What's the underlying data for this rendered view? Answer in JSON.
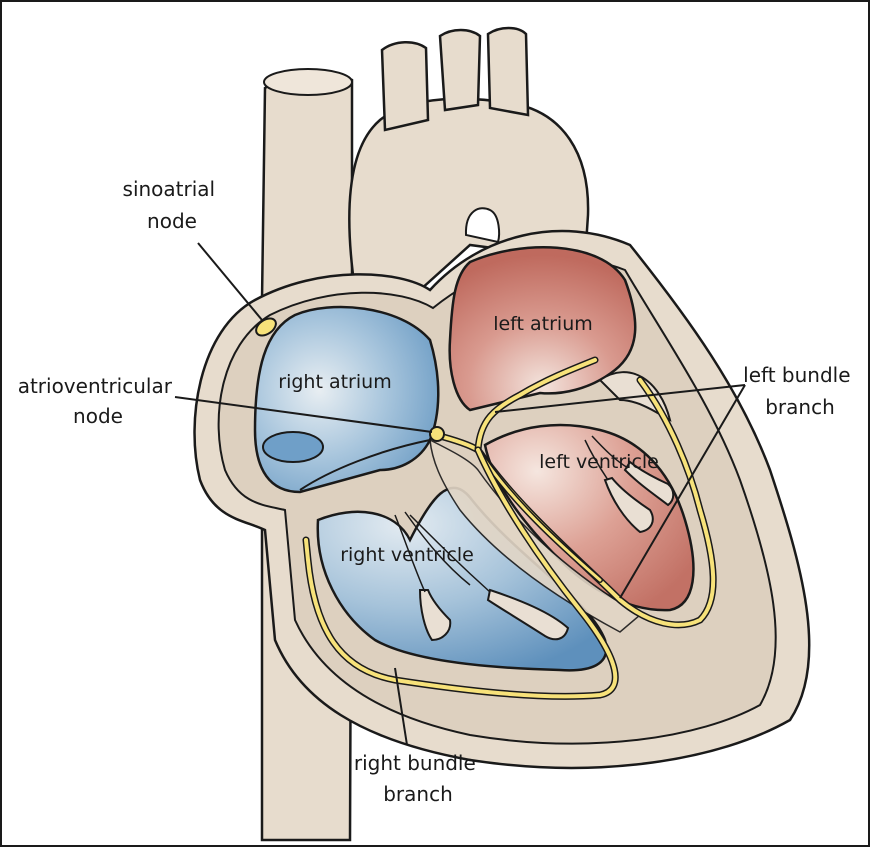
{
  "labels": {
    "sinoatrial_node": [
      "sinoatrial",
      "node"
    ],
    "atrioventricular_node": [
      "atrioventricular",
      "node"
    ],
    "right_atrium": "right atrium",
    "left_atrium": "left atrium",
    "left_ventricle": "left ventricle",
    "right_ventricle": "right ventricle",
    "left_bundle_branch": [
      "left bundle",
      "branch"
    ],
    "right_bundle_branch": [
      "right bundle",
      "branch"
    ]
  },
  "colors": {
    "tissue": "#e7dccd",
    "tissue_outline": "#1a1a1a",
    "right_chambers": "#8fb6d6",
    "left_chambers": "#c9736a",
    "conduction": "#f7e27a"
  }
}
